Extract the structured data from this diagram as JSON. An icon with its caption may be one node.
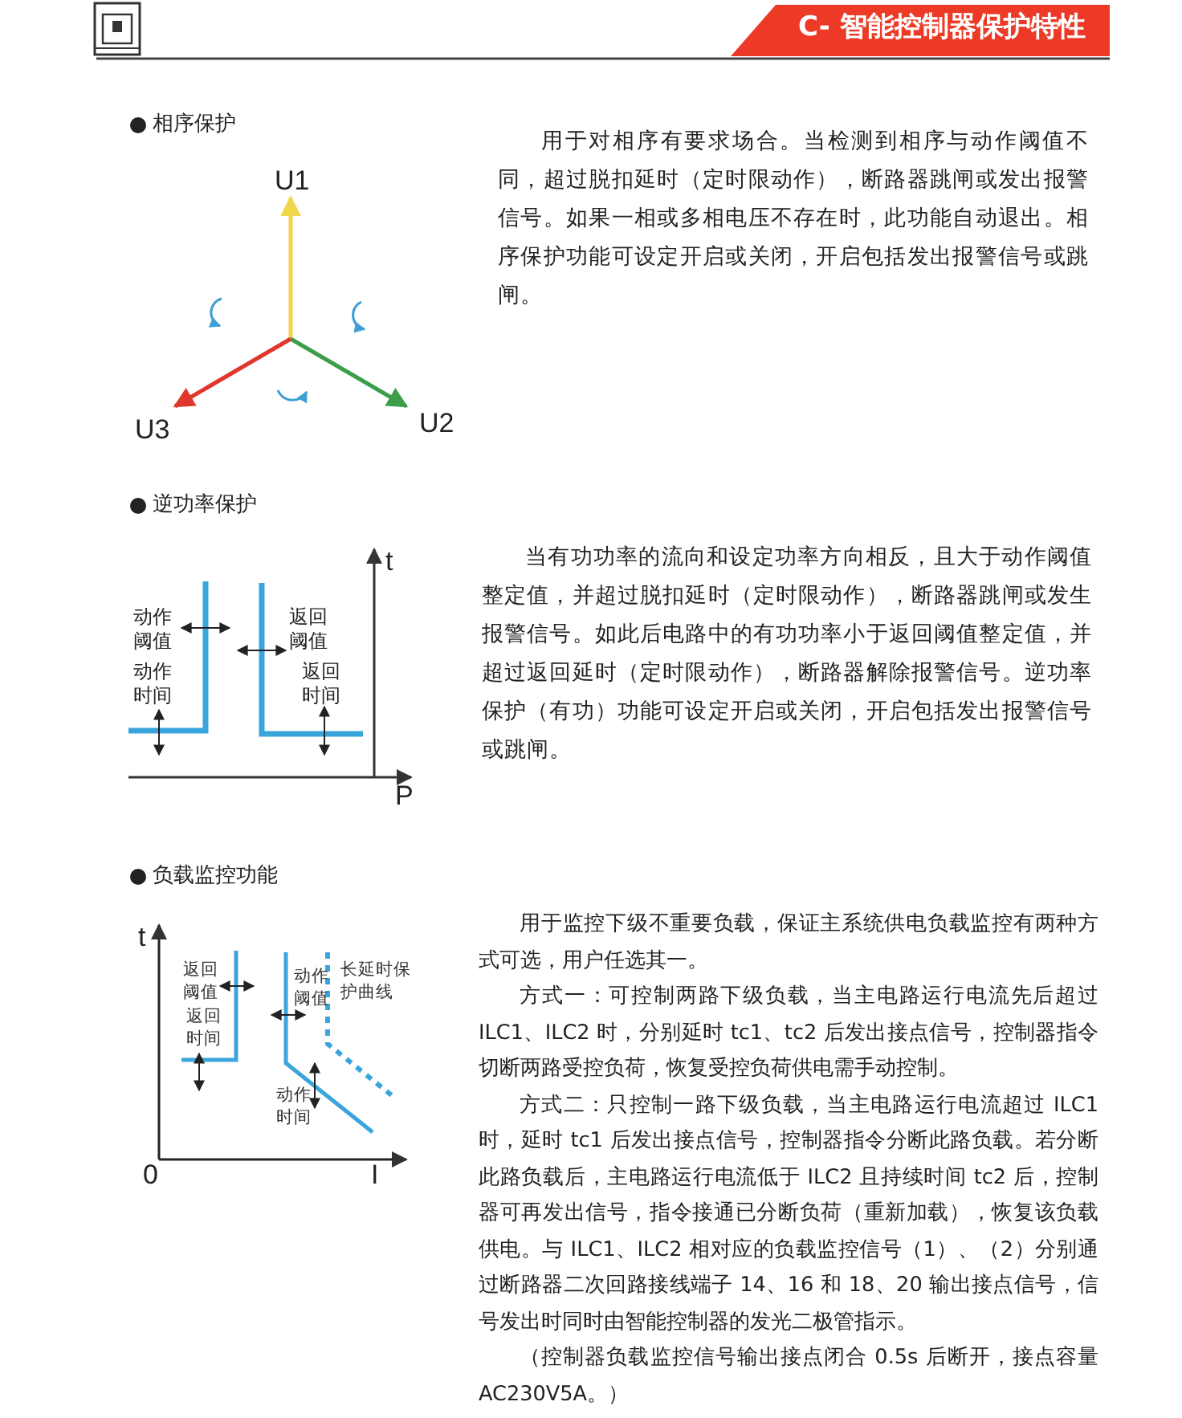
{
  "diagram": {
    "title": "C- 智能控制器保护特性",
    "labels": [
      "相序保护",
      "U1",
      "U3",
      "U2",
      "用于对相序有要求场合。当检测到相序与动作阈值不同，超过脱扣延时（定时限动作），断路器跳闸或发出报警信号。如果一相或多相电压不存在时，此功能自动退出。相序保护功能可设定开启或关闭，开启包括发出报警信号或跳闸。",
      "逆功率保护",
      "t",
      "动作阈值",
      "返回阈值",
      "动作时间",
      "返回时间",
      "P",
      "当有功功率的流向和设定功率方向相反，且大于动作阈值整定值，并超过脱扣延时（定时限动作），断路器跳闸或发生报警信号。如此后电路中的有功功率小于返回阈值整定值，并超过返回延时（定时限动作），断路器解除报警信号。逆功率保护（有功）功能可设定开启或关闭，开启包括发出报警信号或跳闸。",
      "负载监控功能",
      "t",
      "返回阈值",
      "动作阈值",
      "长延时保护曲线",
      "返回时间",
      "动作时间",
      "0",
      "I",
      "用于监控下级不重要负载，保证主系统供电负载监控有两种方式可选，用户任选其一。",
      "方式一：可控制两路下级负载，当主电路运行电流先后超过 ILC1、ILC2 时，分别延时 tc1、tc2 后发出接点信号，控制器指令切断两路受控负荷，恢复受控负荷供电需手动控制。",
      "方式二：只控制一路下级负载，当主电路运行电流超过 ILC1 时，延时 tc1 后发出接点信号，控制器指令分断此路负载。若分断此路负载后，主电路运行电流低于 ILC2 且持续时间 tc2 后，控制器可再发出信号，指令接通已分断负荷（重新加载），恢复该负载供电。与 ILC1、ILC2 相对应的负载监控信号（1）、（2）分别通过断路器二次回路接线端子 14、16 和 18、20 输出接点信号，信号发出时同时由智能控制器的发光二极管指示。",
      "（控制器负载监控信号输出接点闭合 0.5s 后断开，接点容量AC230V5A。）"
    ]
  }
}
